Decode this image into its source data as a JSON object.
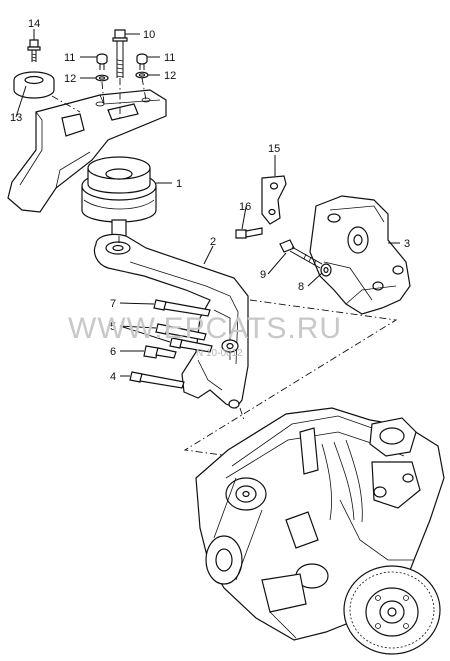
{
  "diagram": {
    "callouts": [
      {
        "id": "14",
        "text": "14"
      },
      {
        "id": "10",
        "text": "10"
      },
      {
        "id": "11a",
        "text": "11"
      },
      {
        "id": "11b",
        "text": "11"
      },
      {
        "id": "12a",
        "text": "12"
      },
      {
        "id": "12b",
        "text": "12"
      },
      {
        "id": "13",
        "text": "13"
      },
      {
        "id": "1",
        "text": "1"
      },
      {
        "id": "15",
        "text": "15"
      },
      {
        "id": "16",
        "text": "16"
      },
      {
        "id": "2",
        "text": "2"
      },
      {
        "id": "3",
        "text": "3"
      },
      {
        "id": "9",
        "text": "9"
      },
      {
        "id": "8",
        "text": "8"
      },
      {
        "id": "7",
        "text": "7"
      },
      {
        "id": "5",
        "text": "5"
      },
      {
        "id": "6",
        "text": "6"
      },
      {
        "id": "4",
        "text": "4"
      }
    ],
    "watermark": "WWW.EPCATS.RU",
    "drawing_number": "N 10-0012"
  }
}
